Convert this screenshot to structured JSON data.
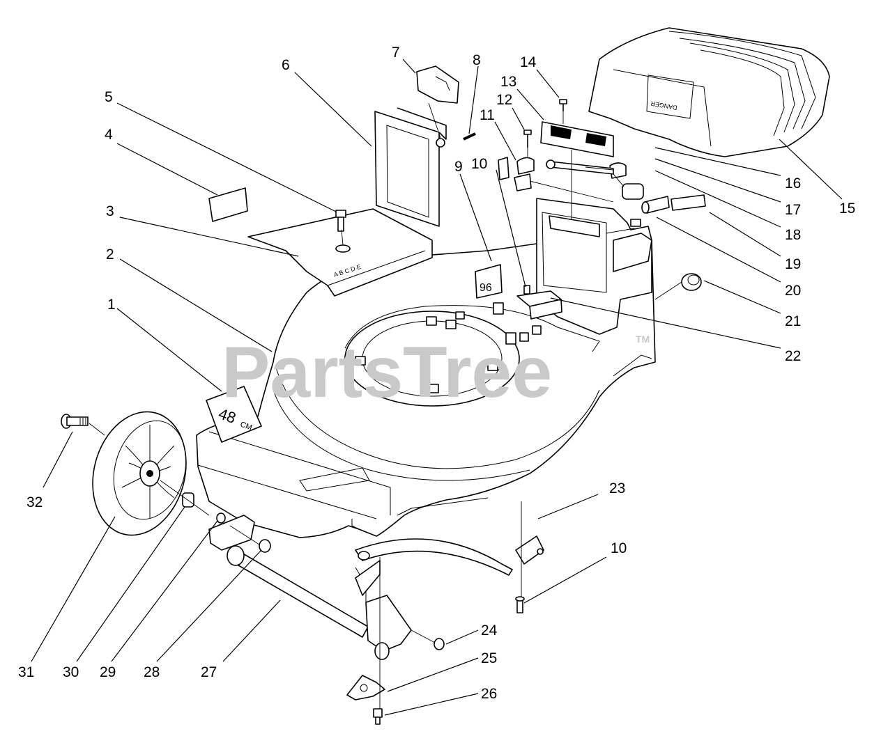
{
  "watermark": {
    "text": "PartsTree",
    "tm": "TM"
  },
  "deck_label": {
    "size": "48",
    "unit": "CM"
  },
  "decal_96": "96",
  "height_letters": "A B C D E",
  "cover_warning": "DANGER",
  "callouts": [
    {
      "id": "c1",
      "label": "1"
    },
    {
      "id": "c2",
      "label": "2"
    },
    {
      "id": "c3",
      "label": "3"
    },
    {
      "id": "c4",
      "label": "4"
    },
    {
      "id": "c5",
      "label": "5"
    },
    {
      "id": "c6",
      "label": "6"
    },
    {
      "id": "c7",
      "label": "7"
    },
    {
      "id": "c8",
      "label": "8"
    },
    {
      "id": "c9",
      "label": "9"
    },
    {
      "id": "c10a",
      "label": "10"
    },
    {
      "id": "c11",
      "label": "11"
    },
    {
      "id": "c12",
      "label": "12"
    },
    {
      "id": "c13",
      "label": "13"
    },
    {
      "id": "c14",
      "label": "14"
    },
    {
      "id": "c15",
      "label": "15"
    },
    {
      "id": "c16",
      "label": "16"
    },
    {
      "id": "c17",
      "label": "17"
    },
    {
      "id": "c18",
      "label": "18"
    },
    {
      "id": "c19",
      "label": "19"
    },
    {
      "id": "c20",
      "label": "20"
    },
    {
      "id": "c21",
      "label": "21"
    },
    {
      "id": "c22",
      "label": "22"
    },
    {
      "id": "c23",
      "label": "23"
    },
    {
      "id": "c10b",
      "label": "10"
    },
    {
      "id": "c24",
      "label": "24"
    },
    {
      "id": "c25",
      "label": "25"
    },
    {
      "id": "c26",
      "label": "26"
    },
    {
      "id": "c27",
      "label": "27"
    },
    {
      "id": "c28",
      "label": "28"
    },
    {
      "id": "c29",
      "label": "29"
    },
    {
      "id": "c30",
      "label": "30"
    },
    {
      "id": "c31",
      "label": "31"
    },
    {
      "id": "c32",
      "label": "32"
    }
  ]
}
